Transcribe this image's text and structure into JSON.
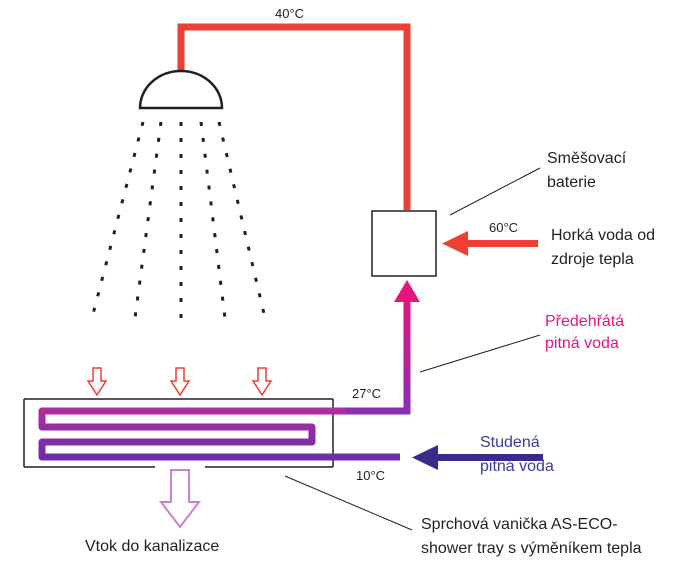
{
  "temperatures": {
    "shower_supply": "40°C",
    "hot_inlet": "60°C",
    "preheated_outlet": "27°C",
    "cold_inlet": "10°C"
  },
  "labels": {
    "mixing_valve": [
      "Směšovací",
      "baterie"
    ],
    "hot_water": [
      "Horká voda od",
      "zdroje tepla"
    ],
    "preheated_water": [
      "Předehřátá",
      "pitná voda"
    ],
    "cold_water": [
      "Studená",
      "pitná voda"
    ],
    "shower_tray": [
      "Sprchová vanička AS-ECO-",
      "shower tray s výměníkem tepla"
    ],
    "drain": "Vtok do kanalizace"
  },
  "colors": {
    "hot": "#ef3e33",
    "preheated": "#e4157f",
    "cold": "#3b2a8c",
    "coil": "#9b2fae",
    "drain_arrow": "#cf7fcf",
    "waste_arrows": "#ef3e33",
    "line": "#231f20"
  }
}
